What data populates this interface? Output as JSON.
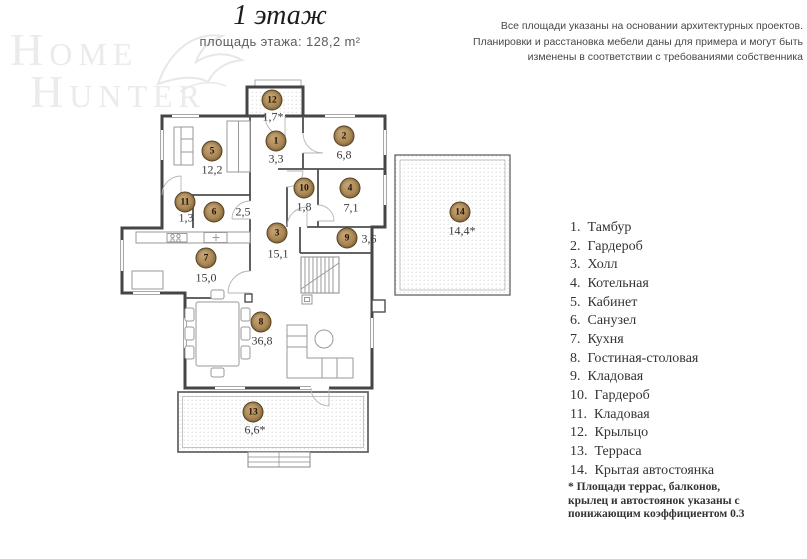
{
  "header": {
    "title": "1 этаж",
    "subtitle": "площадь этажа: 128,2 m²",
    "disclaimer_lines": [
      "Все площади указаны на основании архитектурных проектов.",
      "Планировки и расстановка мебели даны для примера и могут быть",
      "изменены в соответствии с требованиями собственника"
    ]
  },
  "watermark": {
    "line1": "Home",
    "line2": "Hunter"
  },
  "plan": {
    "rooms": [
      {
        "num": "1",
        "area": "3,3"
      },
      {
        "num": "2",
        "area": "6,8"
      },
      {
        "num": "3",
        "area": "15,1"
      },
      {
        "num": "4",
        "area": "7,1"
      },
      {
        "num": "5",
        "area": "12,2"
      },
      {
        "num": "6",
        "area": "2,5"
      },
      {
        "num": "7",
        "area": "15,0"
      },
      {
        "num": "8",
        "area": "36,8"
      },
      {
        "num": "9",
        "area": "3,6"
      },
      {
        "num": "10",
        "area": "1,8"
      },
      {
        "num": "11",
        "area": "1,3"
      },
      {
        "num": "12",
        "area": "1,7*"
      },
      {
        "num": "13",
        "area": "6,6*"
      },
      {
        "num": "14",
        "area": "14,4*"
      }
    ]
  },
  "legend": {
    "items": [
      {
        "n": "1.",
        "label": "Тамбур"
      },
      {
        "n": "2.",
        "label": "Гардероб"
      },
      {
        "n": "3.",
        "label": "Холл"
      },
      {
        "n": "4.",
        "label": "Котельная"
      },
      {
        "n": "5.",
        "label": "Кабинет"
      },
      {
        "n": "6.",
        "label": "Санузел"
      },
      {
        "n": "7.",
        "label": "Кухня"
      },
      {
        "n": "8.",
        "label": "Гостиная-столовая"
      },
      {
        "n": "9.",
        "label": "Кладовая"
      },
      {
        "n": "10.",
        "label": "Гардероб"
      },
      {
        "n": "11.",
        "label": "Кладовая"
      },
      {
        "n": "12.",
        "label": "Крыльцо"
      },
      {
        "n": "13.",
        "label": "Терраса"
      },
      {
        "n": "14.",
        "label": "Крытая автостоянка"
      }
    ],
    "footnote_lines": [
      "* Площади террас, балконов,",
      "крылец и автостоянок указаны с",
      "понижающим коэффициентом 0.3"
    ]
  },
  "colors": {
    "marker_fill": "#ad8a58",
    "marker_border": "#55411f",
    "wall": "#454545",
    "area_text": "#3a3a3a"
  }
}
